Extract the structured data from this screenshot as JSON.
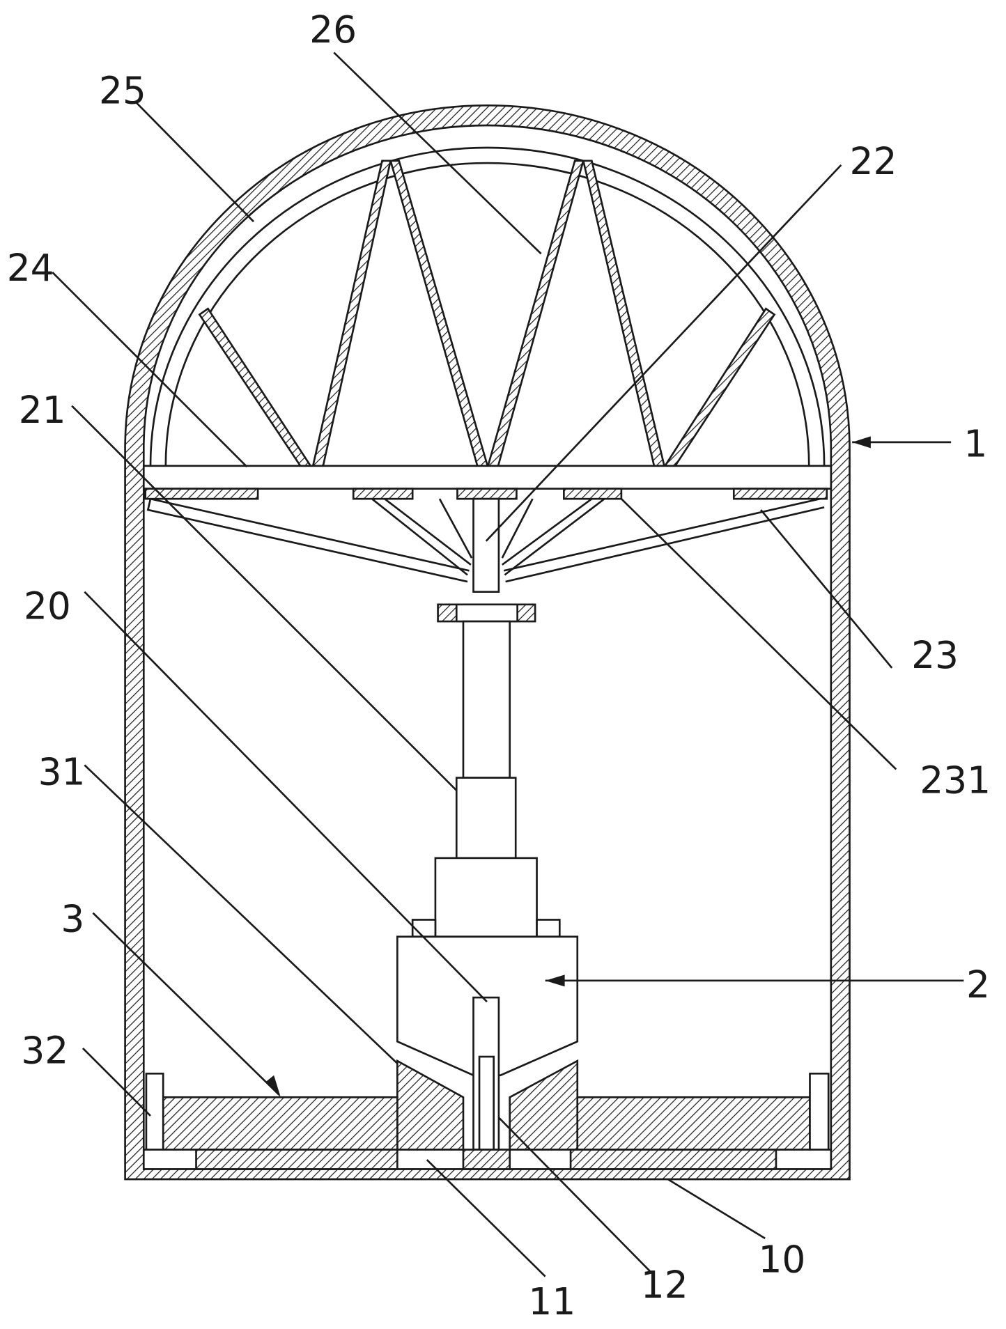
{
  "figure": {
    "labels": {
      "l1": "1",
      "l2": "2",
      "l3": "3",
      "l10": "10",
      "l11": "11",
      "l12": "12",
      "l20": "20",
      "l21": "21",
      "l22": "22",
      "l23": "23",
      "l231": "231",
      "l24": "24",
      "l25": "25",
      "l26": "26",
      "l31": "31",
      "l32": "32"
    },
    "colors": {
      "line": "#1a1a1a",
      "background": "#ffffff"
    }
  }
}
